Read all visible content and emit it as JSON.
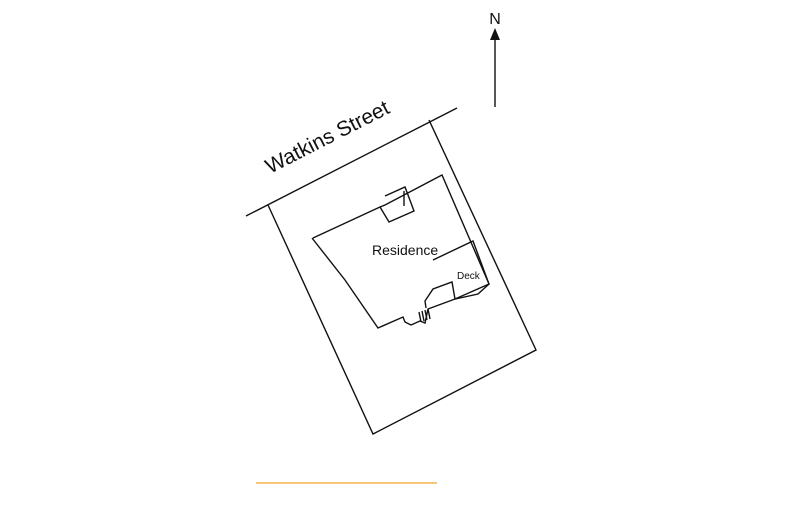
{
  "plan": {
    "street_name": "Watkins Street",
    "north_label": "N",
    "residence_label": "Residence",
    "deck_label": "Deck"
  },
  "colors": {
    "line": "#111111",
    "accent_rule": "#f5b34a",
    "background": "#ffffff"
  }
}
